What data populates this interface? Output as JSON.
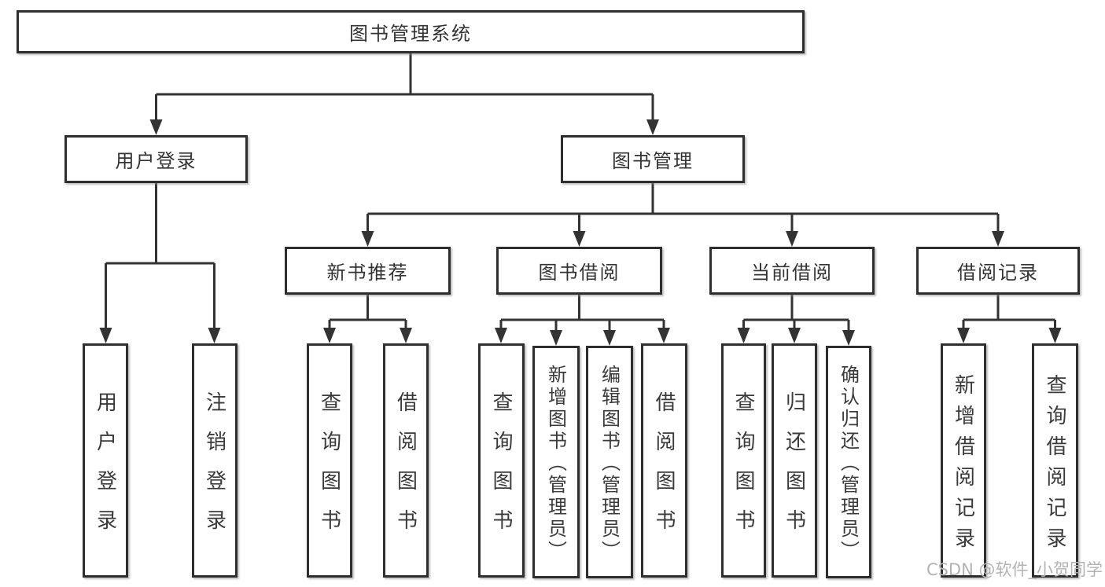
{
  "diagram": {
    "type": "hierarchy-tree",
    "background_color": "#ffffff",
    "line_color": "#333333",
    "box_border_color": "#2e2e2e",
    "text_color": "#333333",
    "watermark_color": "#b3b3b3"
  },
  "tree": {
    "label": "图书管理系统",
    "children": [
      {
        "label": "用户登录",
        "children": [
          {
            "label": "用户登录"
          },
          {
            "label": "注销登录"
          }
        ]
      },
      {
        "label": "图书管理",
        "children": [
          {
            "label": "新书推荐",
            "children": [
              {
                "label": "查询图书"
              },
              {
                "label": "借阅图书"
              }
            ]
          },
          {
            "label": "图书借阅",
            "children": [
              {
                "label": "查询图书"
              },
              {
                "label": "新增图书（管理员）"
              },
              {
                "label": "编辑图书（管理员）"
              },
              {
                "label": "借阅图书"
              }
            ]
          },
          {
            "label": "当前借阅",
            "children": [
              {
                "label": "查询图书"
              },
              {
                "label": "归还图书"
              },
              {
                "label": "确认归还（管理员）"
              }
            ]
          },
          {
            "label": "借阅记录",
            "children": [
              {
                "label": "新增借阅记录"
              },
              {
                "label": "查询借阅记录"
              }
            ]
          }
        ]
      }
    ]
  },
  "watermark": {
    "text": "CSDN @软件_小贺同学"
  }
}
